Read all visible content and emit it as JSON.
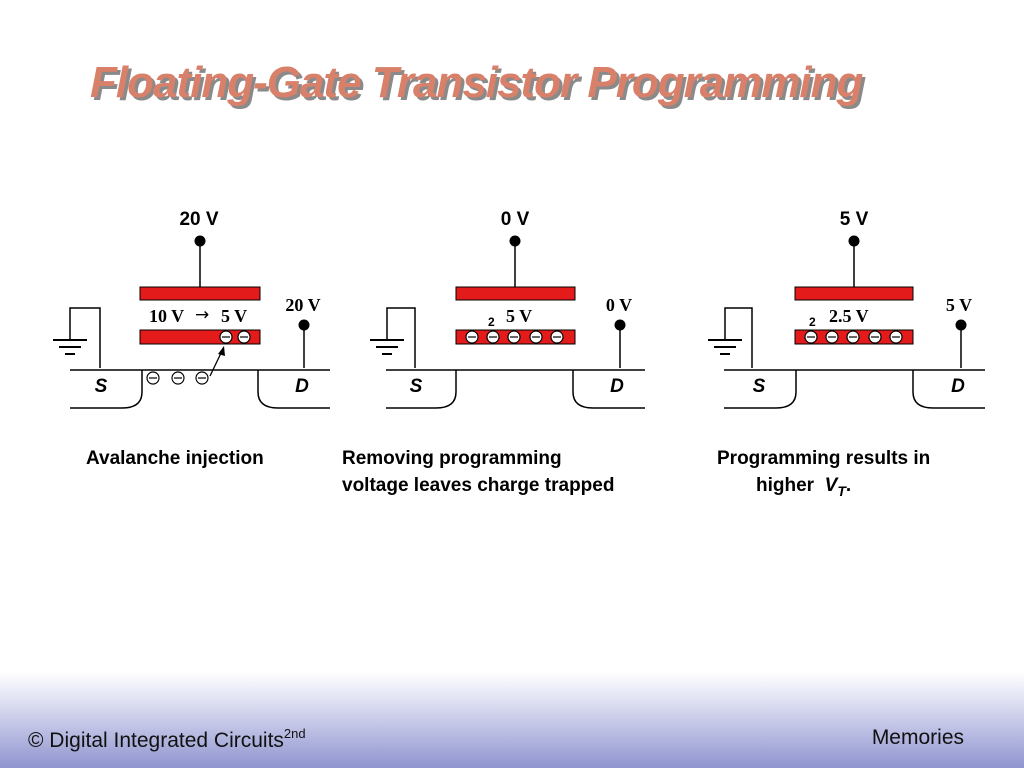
{
  "slide": {
    "title": "Floating-Gate Transistor Programming"
  },
  "panels": [
    {
      "gate_voltage": "20 V",
      "drain_voltage": "20 V",
      "floating_gate_label_from": "10 V",
      "floating_gate_arrow": "→",
      "floating_gate_label_to": "5 V",
      "source_label": "S",
      "drain_label": "D",
      "caption_line1": "Avalanche injection"
    },
    {
      "gate_voltage": "0 V",
      "drain_voltage": "0 V",
      "floating_gate_prefix": "2",
      "floating_gate_label": "5 V",
      "source_label": "S",
      "drain_label": "D",
      "caption_line1": "Removing programming",
      "caption_line2": "voltage leaves charge trapped"
    },
    {
      "gate_voltage": "5 V",
      "drain_voltage": "5 V",
      "floating_gate_prefix": "2",
      "floating_gate_label": "2.5 V",
      "source_label": "S",
      "drain_label": "D",
      "caption_line1": "Programming results in",
      "caption_line2": "higher",
      "caption_vt": "V",
      "caption_vt_sub": "T",
      "caption_vt_end": "."
    }
  ],
  "footer": {
    "left_text": "© Digital Integrated Circuits",
    "left_sup": "2nd",
    "right_text": "Memories"
  },
  "colors": {
    "title": "#d8806a",
    "gate_red": "#e41b1b",
    "footer_gradient_end": "#8f94cf"
  }
}
